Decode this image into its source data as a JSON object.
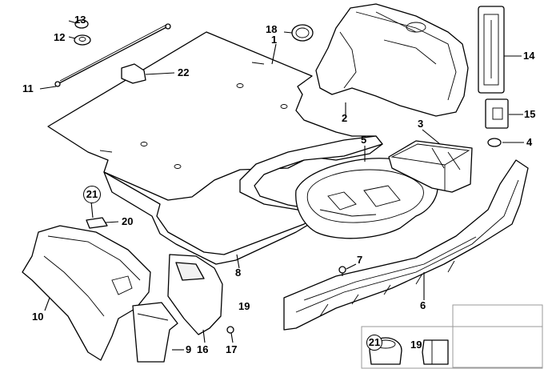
{
  "diagram": {
    "labels": {
      "p1": "1",
      "p2": "2",
      "p3": "3",
      "p4": "4",
      "p5": "5",
      "p6": "6",
      "p7": "7",
      "p8": "8",
      "p9": "9",
      "p10": "10",
      "p11": "11",
      "p12": "12",
      "p13": "13",
      "p14": "14",
      "p15": "15",
      "p16": "16",
      "p17": "17",
      "p18": "18",
      "p19": "19",
      "p20": "20",
      "p21": "21",
      "p22": "22"
    },
    "callouts": {
      "circled_21": "21",
      "inset_21": "21",
      "inset_19": "19"
    }
  }
}
